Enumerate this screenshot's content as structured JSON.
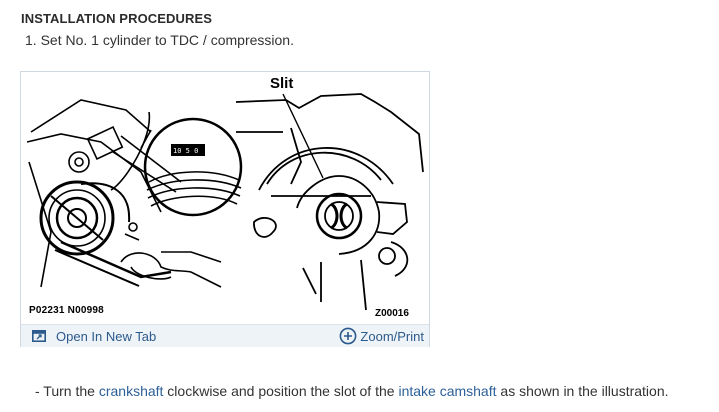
{
  "section": {
    "heading": "INSTALLATION PROCEDURES",
    "step": "1. Set No. 1 cylinder to TDC / compression."
  },
  "figure": {
    "label_slit": "Slit",
    "ref_left": "P02231 N00998",
    "ref_right": "Z00016",
    "open_new_tab": "Open In New Tab",
    "zoom_print": "Zoom/Print"
  },
  "note": {
    "bullet": "-",
    "text_1": " Turn the ",
    "link_crankshaft": "crankshaft",
    "text_2": " clockwise and position the slot of the ",
    "link_intake_camshaft": "intake camshaft",
    "text_3": " as shown in the illustration."
  },
  "colors": {
    "link": "#2d5f99",
    "toolbar_bg": "#eef3f8",
    "toolbar_text": "#2c5a8c"
  },
  "icons": [
    "open-new-tab-icon",
    "zoom-plus-icon"
  ]
}
